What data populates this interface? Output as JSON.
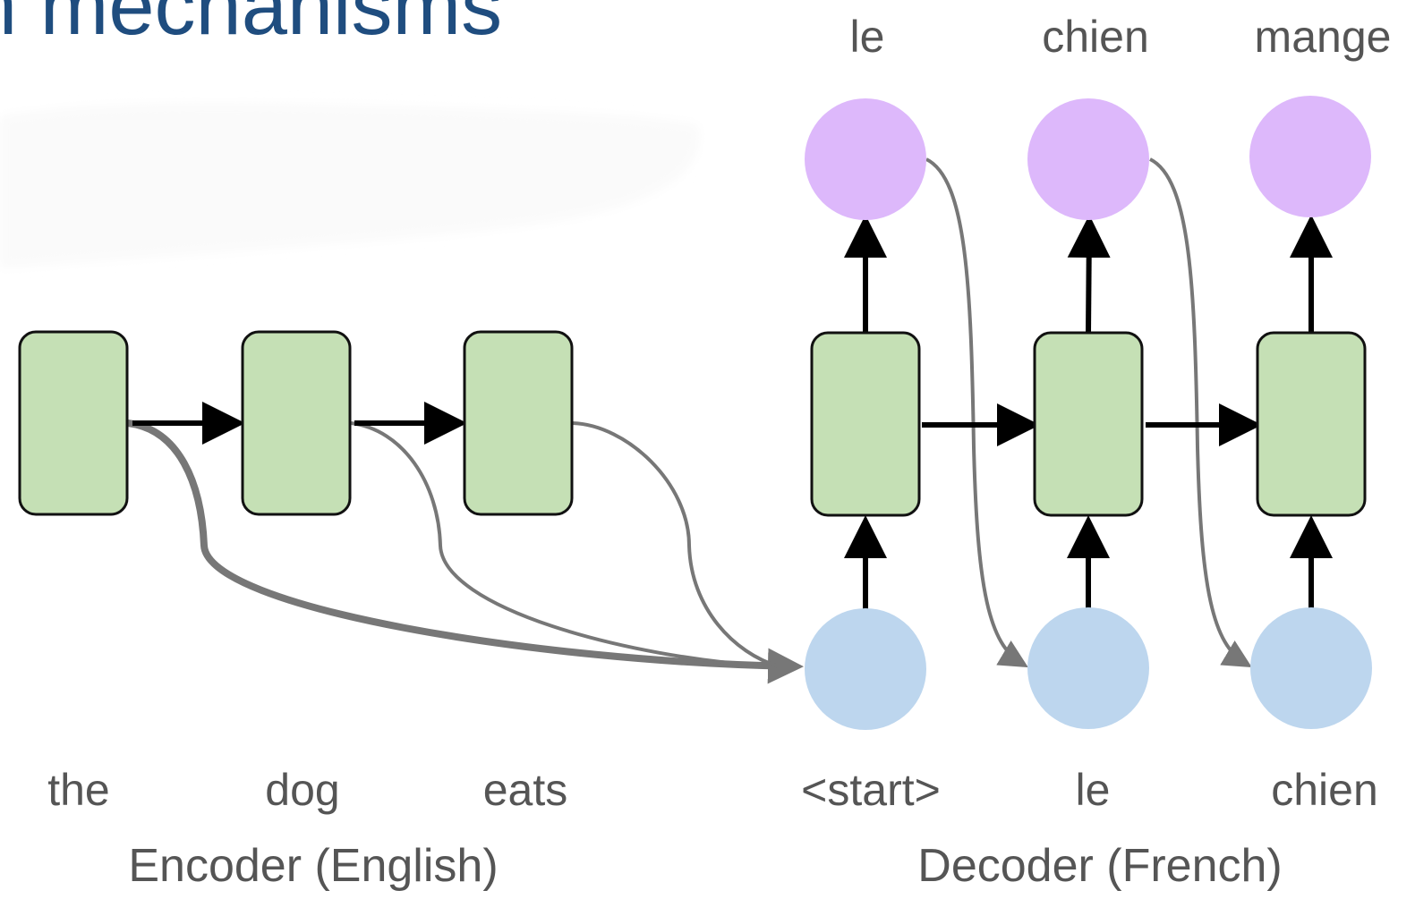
{
  "title": "n mechanisms",
  "encoder": {
    "label": "Encoder (English)",
    "words": [
      "the",
      "dog",
      "eats"
    ]
  },
  "decoder": {
    "label": "Decoder (French)",
    "inputs": [
      "<start>",
      "le",
      "chien"
    ],
    "outputs": [
      "le",
      "chien",
      "mange"
    ]
  },
  "colors": {
    "title": "#1f4d7f",
    "rnn_cell": "#c5e0b5",
    "output_node": "#ddb8fb",
    "input_node": "#bdd6ee",
    "attention_arrow": "#777777",
    "text": "#555555"
  }
}
